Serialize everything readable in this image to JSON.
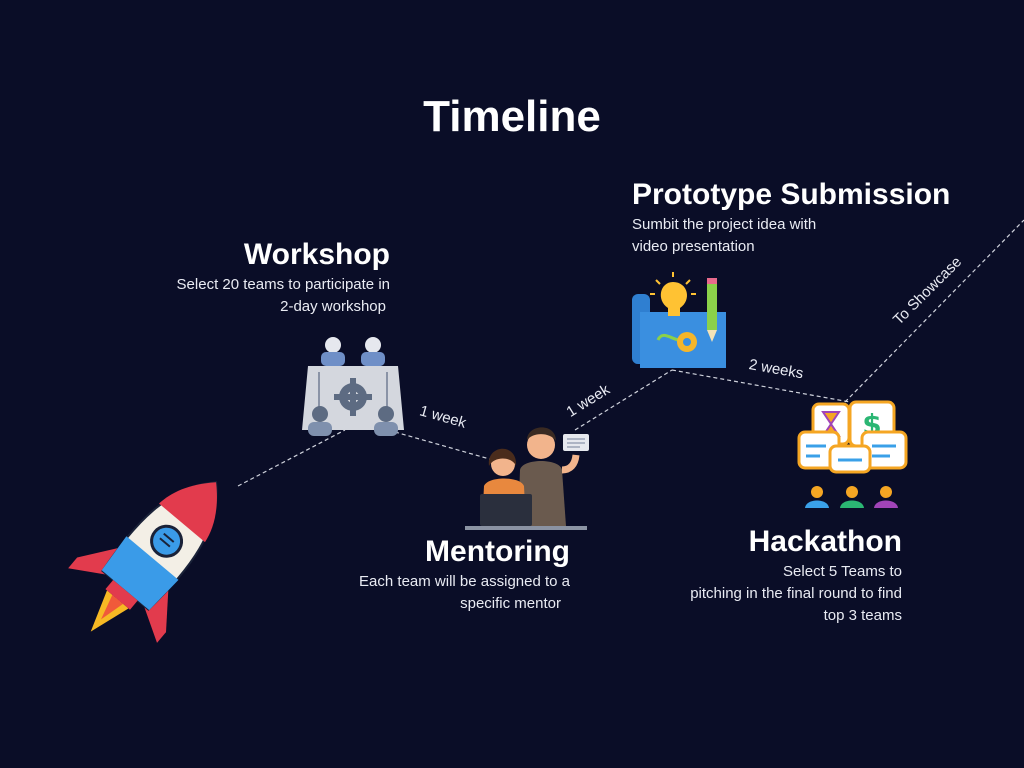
{
  "title": "Timeline",
  "stages": [
    {
      "title": "Workshop",
      "lines": [
        "Select 20 teams to participate in",
        "2-day workshop"
      ]
    },
    {
      "title": "Mentoring",
      "lines": [
        "Each team will be assigned to a",
        "specific mentor"
      ]
    },
    {
      "title": "Prototype Submission",
      "lines": [
        "Sumbit the project idea with",
        "video presentation"
      ]
    },
    {
      "title": "Hackathon",
      "lines": [
        "Select 5 Teams to",
        "pitching in the final round to find",
        "top 3 teams"
      ]
    }
  ],
  "durations": [
    "1 week",
    "1 week",
    "2 weeks",
    "To Showcase"
  ],
  "colors": {
    "background": "#0a0d27",
    "text": "#ffffff",
    "path": "#cfd2dc",
    "rocket_red": "#e23b4d",
    "rocket_blue": "#3a9be8",
    "hackathon_orange": "#f5a623"
  },
  "icons": [
    "rocket-icon",
    "workshop-meeting-icon",
    "mentor-people-icon",
    "blueprint-lightbulb-icon",
    "hackathon-chat-icon"
  ]
}
